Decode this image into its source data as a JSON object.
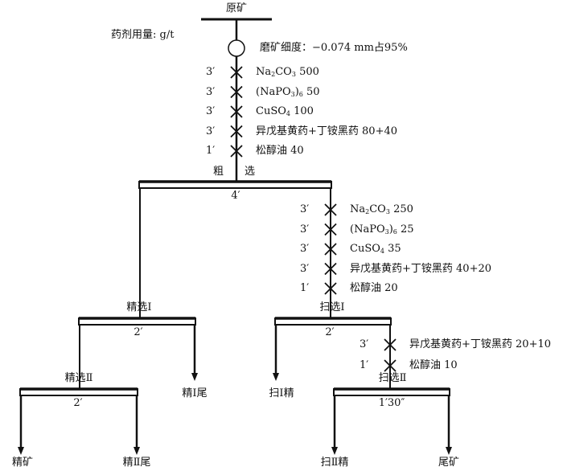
{
  "feed": "原矿",
  "dosage_unit_label": "药剂用量: g/t",
  "grinding": "磨矿细度：−0.074 mm占95%",
  "rougher": {
    "label_left": "粗",
    "label_right": "选",
    "time": "4′",
    "reagents": [
      {
        "time": "3′",
        "name": "Na2CO3",
        "sub": "",
        "html": "Na<sub>2</sub>CO<sub>3</sub> 500"
      },
      {
        "time": "3′",
        "html": "(NaPO<sub>3</sub>)<sub>6</sub> 50"
      },
      {
        "time": "3′",
        "html": "CuSO<sub>4</sub> 100"
      },
      {
        "time": "3′",
        "html": "异戊基黄药+丁铵黑药 80+40"
      },
      {
        "time": "1′",
        "html": "松醇油 40"
      }
    ]
  },
  "scavenger1": {
    "label": "扫选Ⅰ",
    "time": "2′",
    "reagents": [
      {
        "time": "3′",
        "html": "Na<sub>2</sub>CO<sub>3</sub> 250"
      },
      {
        "time": "3′",
        "html": "(NaPO<sub>3</sub>)<sub>6</sub> 25"
      },
      {
        "time": "3′",
        "html": "CuSO<sub>4</sub> 35"
      },
      {
        "time": "3′",
        "html": "异戊基黄药+丁铵黑药 40+20"
      },
      {
        "time": "1′",
        "html": "松醇油 20"
      }
    ]
  },
  "cleaner1": {
    "label": "精选Ⅰ",
    "time": "2′",
    "tail": "精Ⅰ尾"
  },
  "cleaner2": {
    "label": "精选Ⅱ",
    "time": "2′",
    "conc": "精矿",
    "tail": "精Ⅱ尾"
  },
  "scavenger1_conc": "扫Ⅰ精",
  "scavenger2": {
    "label": "扫选Ⅱ",
    "time": "1′30″",
    "conc": "扫Ⅱ精",
    "tail": "尾矿",
    "reagents": [
      {
        "time": "3′",
        "html": "异戊基黄药+丁铵黑药 20+10"
      },
      {
        "time": "1′",
        "html": "松醇油 10"
      }
    ]
  }
}
